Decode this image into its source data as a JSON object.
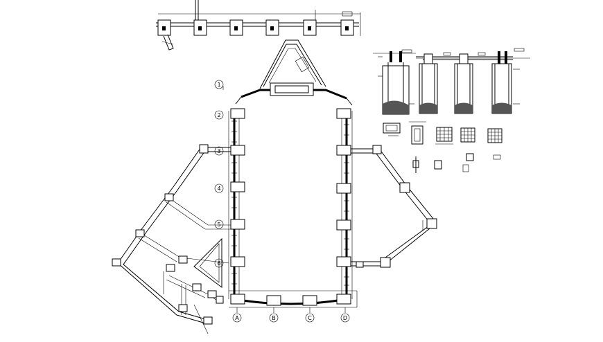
{
  "drawing": {
    "grid_axes_rows": [
      "1",
      "2",
      "3",
      "4",
      "5",
      "6"
    ],
    "grid_axes_cols": [
      "A",
      "B",
      "C",
      "D"
    ]
  }
}
